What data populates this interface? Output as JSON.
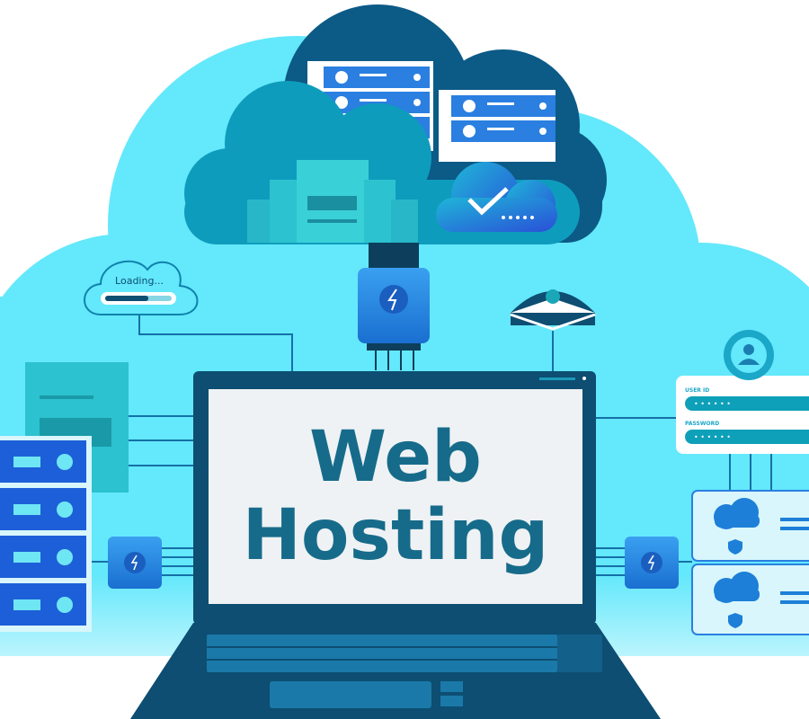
{
  "screen": {
    "line1": "Web",
    "line2": "Hosting"
  },
  "loading_cloud": {
    "label": "Loading...",
    "progress_percent": 65
  },
  "login_panel": {
    "user_id_label": "USER ID",
    "user_id_value": "• • • • • •",
    "password_label": "PASSWORD",
    "password_value": "• • • • • •"
  },
  "colors": {
    "sky_cloud": "#64e8fb",
    "dark_cloud": "#0c5a86",
    "mid_cloud": "#0e9cbd",
    "laptop": "#0d4e72",
    "screen": "#eef2f4",
    "title_text": "#176b8a",
    "accent_blue": "#2a7fe0"
  },
  "icons": [
    "lightning-icon",
    "check-icon",
    "user-icon",
    "shield-icon",
    "envelope-icon",
    "server-icon",
    "document-icon",
    "cloud-icon"
  ]
}
